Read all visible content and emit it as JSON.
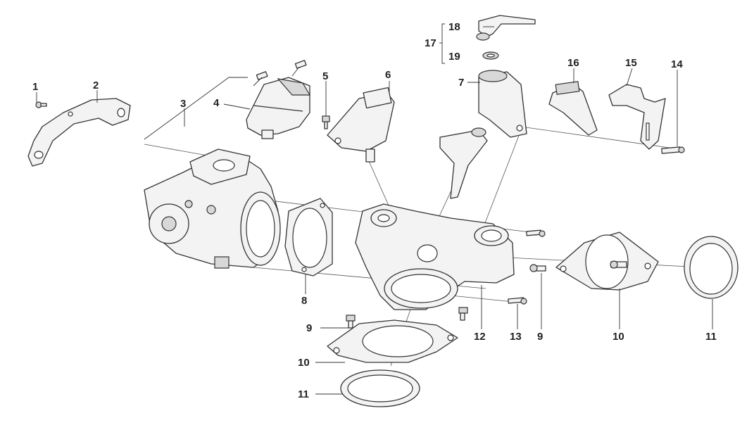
{
  "callouts": [
    {
      "id": "1",
      "text": "1"
    },
    {
      "id": "2",
      "text": "2"
    },
    {
      "id": "3",
      "text": "3"
    },
    {
      "id": "4",
      "text": "4"
    },
    {
      "id": "5",
      "text": "5"
    },
    {
      "id": "6",
      "text": "6"
    },
    {
      "id": "7",
      "text": "7"
    },
    {
      "id": "8",
      "text": "8"
    },
    {
      "id": "9a",
      "text": "9"
    },
    {
      "id": "9b",
      "text": "9"
    },
    {
      "id": "10a",
      "text": "10"
    },
    {
      "id": "10b",
      "text": "10"
    },
    {
      "id": "11a",
      "text": "11"
    },
    {
      "id": "11b",
      "text": "11"
    },
    {
      "id": "12",
      "text": "12"
    },
    {
      "id": "13",
      "text": "13"
    },
    {
      "id": "14",
      "text": "14"
    },
    {
      "id": "15",
      "text": "15"
    },
    {
      "id": "16",
      "text": "16"
    },
    {
      "id": "17",
      "text": "17"
    },
    {
      "id": "18",
      "text": "18"
    },
    {
      "id": "19",
      "text": "19"
    }
  ]
}
